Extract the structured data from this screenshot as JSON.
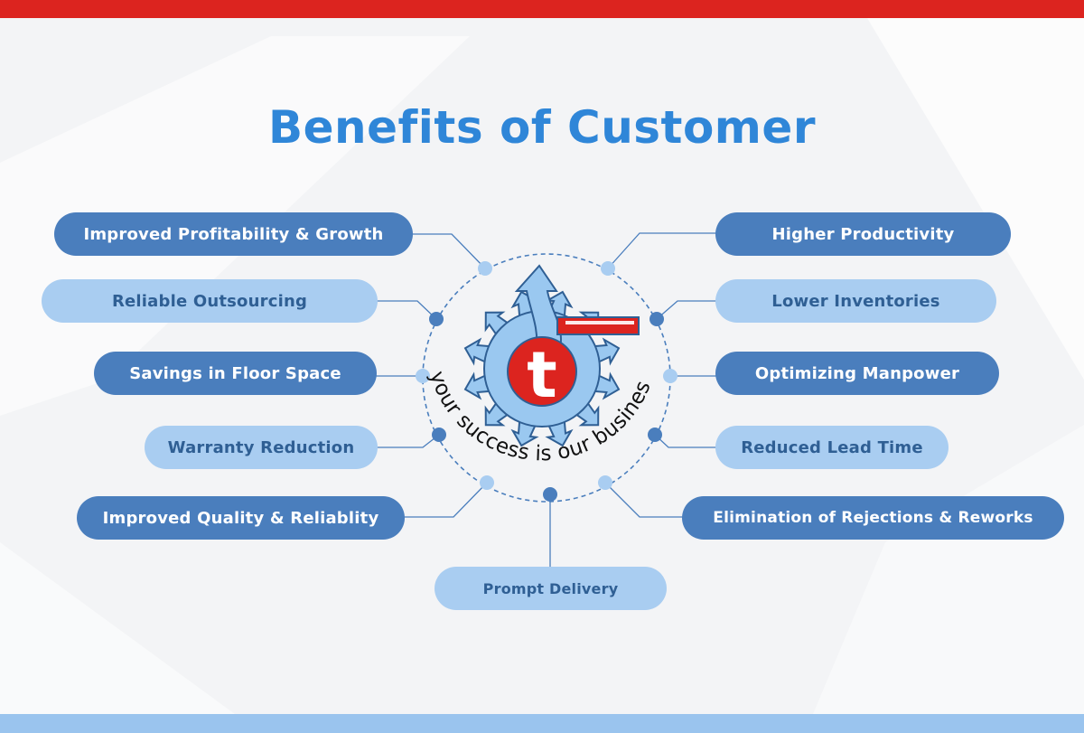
{
  "title": "Benefits of Customer",
  "colors": {
    "accent_red": "#dc241f",
    "dark_blue": "#4a7ebd",
    "light_blue": "#a9cdf1",
    "title_blue": "#2f86d8",
    "bottom_bar": "#9ac4ee"
  },
  "logo": {
    "letter": "t",
    "tagline": "your success is our business"
  },
  "benefits_left": [
    "Improved Profitability & Growth",
    "Reliable Outsourcing",
    "Savings in Floor Space",
    "Warranty Reduction",
    "Improved Quality & Reliablity"
  ],
  "benefits_right": [
    "Higher Productivity",
    "Lower Inventories",
    "Optimizing Manpower",
    "Reduced Lead Time",
    "Elimination of Rejections & Reworks"
  ],
  "benefit_bottom": "Prompt Delivery"
}
